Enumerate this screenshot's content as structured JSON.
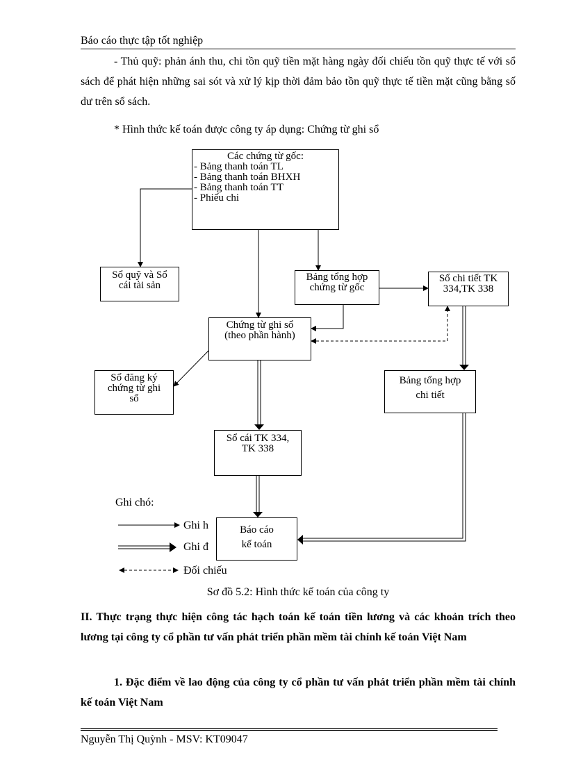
{
  "header": {
    "title": "Báo cáo thực tập tốt nghiệp"
  },
  "body": {
    "para1": "- Thủ quỹ: phản ánh thu, chi tồn quỹ tiền mặt hàng ngày đối chiếu tồn quỹ thực tế với sổ sách để phát hiện những sai sót và xử lý kịp thời đảm bảo tồn quỹ thực tế tiền mặt cũng bằng số dư trên sổ sách.",
    "para2": "* Hình thức kế toán được công ty áp dụng: Chứng từ ghi sổ"
  },
  "diagram": {
    "source": {
      "title": "Các chứng từ gốc:",
      "items": [
        "- Bảng thanh toán TL",
        "- Bảng thanh toán BHXH",
        "- Bảng thanh toán TT",
        "- Phiếu chi"
      ]
    },
    "so_quy": [
      "Sổ quỹ và Sổ",
      "cái tài sản"
    ],
    "bang_tong_hop_ctg": [
      "Bảng tổng hợp",
      "chứng từ gốc"
    ],
    "so_chi_tiet": [
      "Sổ chi tiết TK",
      "334,TK 338"
    ],
    "chung_tu_ghi_so": [
      "Chứng từ ghi sổ",
      "(theo phần hành)"
    ],
    "so_dang_ky": [
      "Sổ đăng ký",
      "chứng từ ghi",
      "sổ"
    ],
    "bang_tong_hop_ct": [
      "Bảng tổng hợp",
      "chi tiết"
    ],
    "so_cai": [
      "Sổ cái TK 334,",
      "TK 338"
    ],
    "bao_cao": [
      "Báo cáo",
      "kế toán"
    ]
  },
  "legend": {
    "title": "Ghi chó:",
    "item1": "Ghi h",
    "item2": "Ghi đ",
    "item3": "Đối chiếu"
  },
  "caption": "Sơ đồ 5.2: Hình thức kế toán của công ty",
  "section": {
    "heading2": "II. Thực trạng thực hiện công tác hạch toán kế toán tiền lương và các khoản trích theo lương tại công ty cổ phần tư vấn phát triển phần mềm tài chính kế toán Việt Nam",
    "heading3": "1. Đặc điểm về lao động của công ty cổ phần tư vấn phát triển phần mềm tài chính kế toán Việt Nam"
  },
  "footer": {
    "author": "Nguyễn Thị Quỳnh - MSV: KT09047"
  }
}
